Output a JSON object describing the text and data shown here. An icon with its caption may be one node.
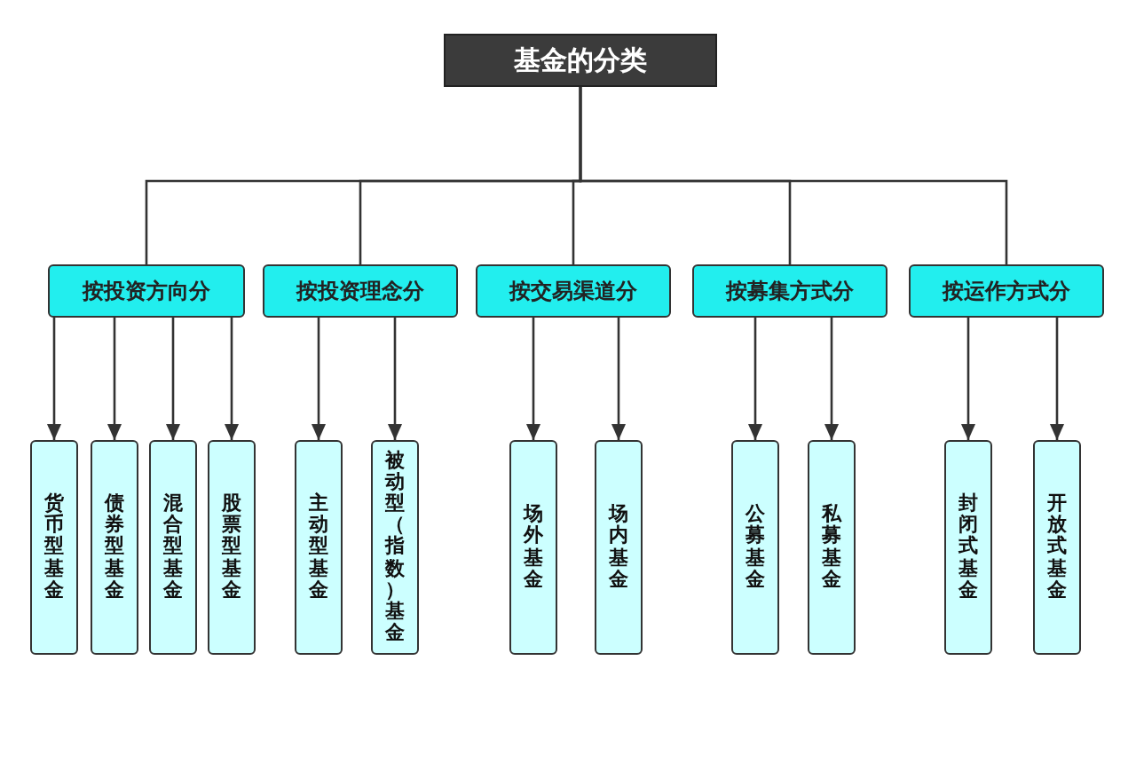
{
  "diagram": {
    "nodes": [
      {
        "text": [
          "基金的分类"
        ]
      },
      {
        "text": [
          "按投资方向分"
        ]
      },
      {
        "text": [
          "按投资理念分"
        ]
      },
      {
        "text": [
          "按交易渠道分"
        ]
      },
      {
        "text": [
          "按募集方式分"
        ]
      },
      {
        "text": [
          "按运作方式分"
        ]
      },
      {
        "text": [
          "货币型基金"
        ]
      },
      {
        "text": [
          "债券型基金"
        ]
      },
      {
        "text": [
          "混合型基金"
        ]
      },
      {
        "text": [
          "股票型基金"
        ]
      },
      {
        "text": [
          "主动型基金"
        ]
      },
      {
        "text": [
          "被动型（指数）基金"
        ]
      },
      {
        "text": [
          "场外基金"
        ]
      },
      {
        "text": [
          "场内基金"
        ]
      },
      {
        "text": [
          "公募基金"
        ]
      },
      {
        "text": [
          "私募基金"
        ]
      },
      {
        "text": [
          "封闭式基金"
        ]
      },
      {
        "text": [
          "开放式基金"
        ]
      }
    ],
    "edges": [
      {
        "from": 0,
        "to": 1,
        "arrow": "none"
      },
      {
        "from": 0,
        "to": 2,
        "arrow": "none"
      },
      {
        "from": 0,
        "to": 3,
        "arrow": "none"
      },
      {
        "from": 0,
        "to": 4,
        "arrow": "none"
      },
      {
        "from": 0,
        "to": 5,
        "arrow": "none"
      },
      {
        "from": 1,
        "to": 6,
        "arrow": "to"
      },
      {
        "from": 1,
        "to": 7,
        "arrow": "to"
      },
      {
        "from": 1,
        "to": 8,
        "arrow": "to"
      },
      {
        "from": 1,
        "to": 9,
        "arrow": "to"
      },
      {
        "from": 2,
        "to": 10,
        "arrow": "to"
      },
      {
        "from": 2,
        "to": 11,
        "arrow": "to"
      },
      {
        "from": 3,
        "to": 12,
        "arrow": "to"
      },
      {
        "from": 3,
        "to": 13,
        "arrow": "to"
      },
      {
        "from": 4,
        "to": 14,
        "arrow": "to"
      },
      {
        "from": 4,
        "to": 15,
        "arrow": "to"
      },
      {
        "from": 5,
        "to": 16,
        "arrow": "to"
      },
      {
        "from": 5,
        "to": 17,
        "arrow": "to"
      }
    ]
  }
}
